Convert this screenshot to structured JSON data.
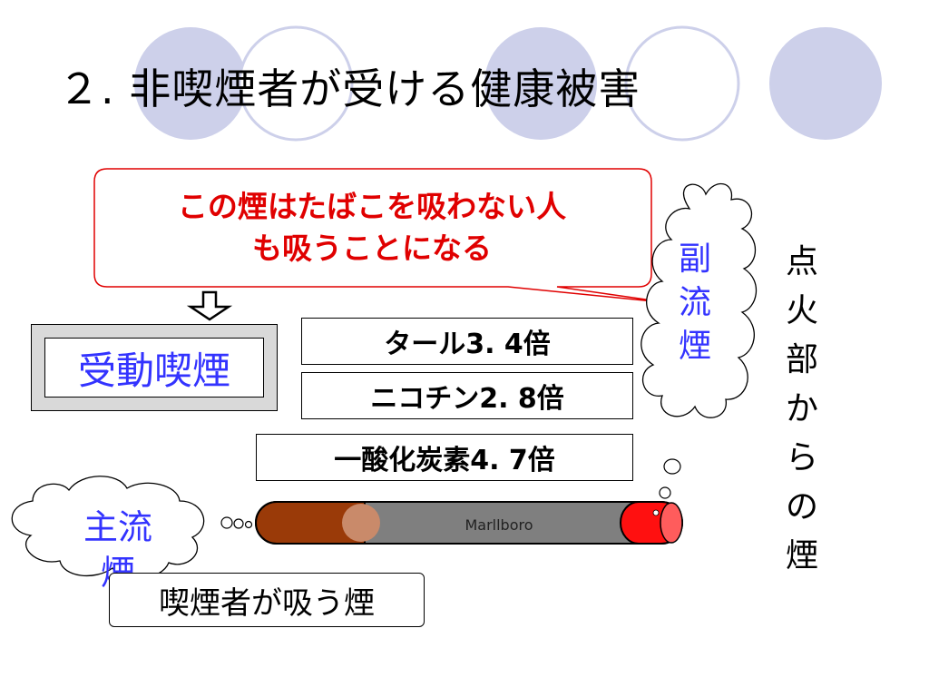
{
  "slide": {
    "title": "２. 非喫煙者が受ける健康被害"
  },
  "callout": {
    "line1": "この煙はたばこを吸わない人",
    "line2": "も吸うことになる"
  },
  "passive_smoking": {
    "label": "受動喫煙"
  },
  "facts": [
    {
      "text": "タール3. 4倍"
    },
    {
      "text": "ニコチン2. 8倍"
    },
    {
      "text": "一酸化炭素4. 7倍"
    }
  ],
  "sidestream": {
    "chars": [
      "副",
      "流",
      "煙"
    ]
  },
  "ignition_smoke": {
    "chars": [
      "点",
      "火",
      "部",
      "か",
      "ら",
      "の",
      "煙"
    ]
  },
  "mainstream": {
    "line1": "主流",
    "line2": "煙"
  },
  "smoker_smoke": {
    "label": "喫煙者が吸う煙"
  },
  "cigarette": {
    "brand": "Marllboro"
  },
  "colors": {
    "accent_red": "#e00000",
    "label_blue": "#3333ff",
    "deco_circle": "#cdd0ea",
    "filter_brown": "#9a3a08",
    "cigarette_gray": "#7f7f7f",
    "ember_red": "#ff1010"
  }
}
